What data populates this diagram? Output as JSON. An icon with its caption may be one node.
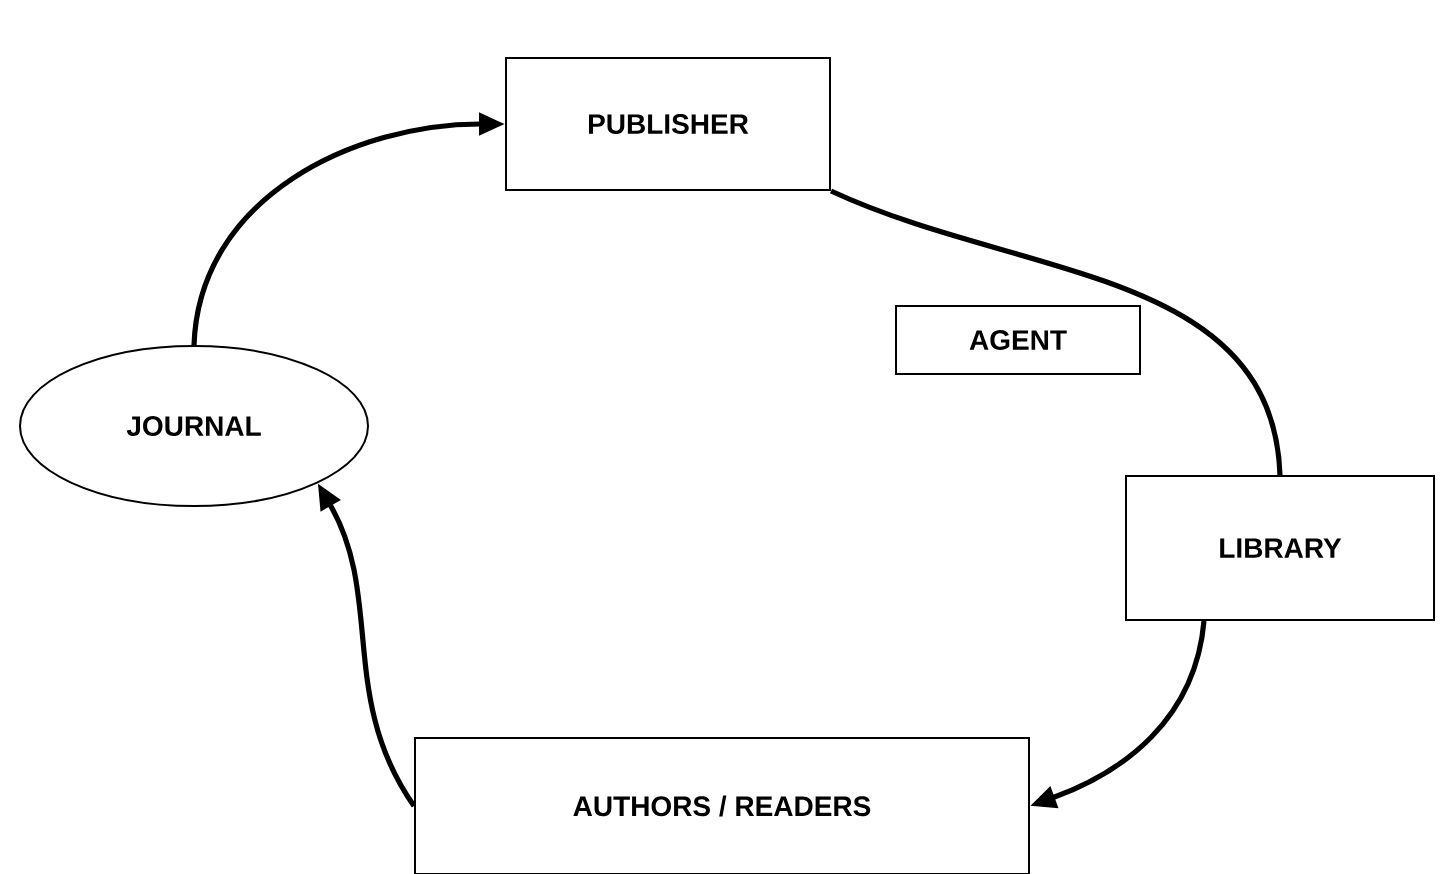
{
  "diagram": {
    "nodes": [
      {
        "text": [
          "PUBLISHER"
        ]
      },
      {
        "text": [
          "AGENT"
        ]
      },
      {
        "text": [
          "LIBRARY"
        ]
      },
      {
        "text": [
          "AUTHORS / READERS"
        ]
      },
      {
        "text": [
          "JOURNAL"
        ]
      }
    ],
    "edges": [
      {
        "from": 4,
        "to": 0,
        "arrow": "to"
      },
      {
        "from": 0,
        "to": 2,
        "arrow": "none"
      },
      {
        "from": 2,
        "to": 3,
        "arrow": "to"
      },
      {
        "from": 3,
        "to": 4,
        "arrow": "to"
      }
    ]
  }
}
